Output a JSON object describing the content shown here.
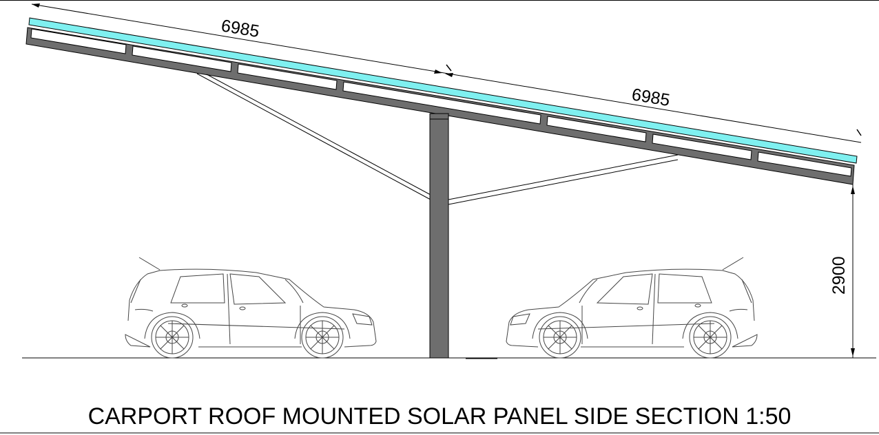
{
  "drawing": {
    "title": "CARPORT ROOF MOUNTED SOLAR PANEL SIDE SECTION 1:50",
    "dimensions": {
      "left_span": "6985",
      "right_span": "6985",
      "clearance_height": "2900"
    },
    "colors": {
      "solar_panel": "#7ff0f0",
      "steel_frame": "#6e6e6e",
      "line": "#000000"
    }
  }
}
